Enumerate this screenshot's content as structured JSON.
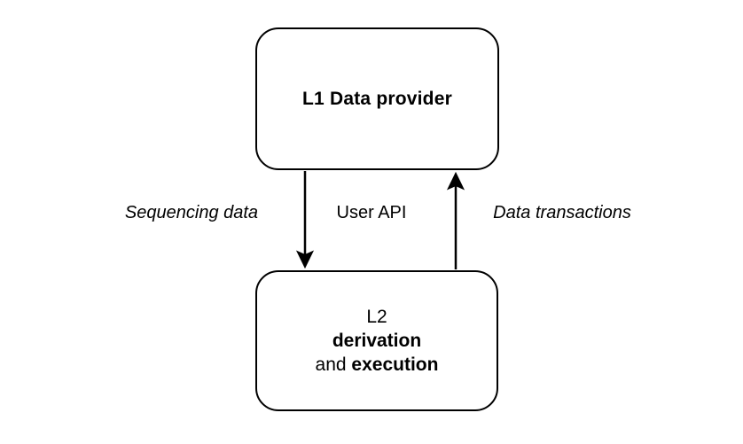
{
  "diagram": {
    "background_color": "#ffffff",
    "line_color": "#000000",
    "text_color": "#000000",
    "nodes": {
      "l1": {
        "title": "L1 Data provider"
      },
      "l2": {
        "line1": "L2",
        "line2": "derivation",
        "line3_regular": "and ",
        "line3_bold": "execution"
      }
    },
    "edge_labels": {
      "left": "Sequencing data",
      "center": "User API",
      "right": "Data transactions"
    },
    "edges": [
      {
        "name": "l1-to-l2",
        "direction": "down"
      },
      {
        "name": "l2-to-l1",
        "direction": "up"
      }
    ]
  }
}
